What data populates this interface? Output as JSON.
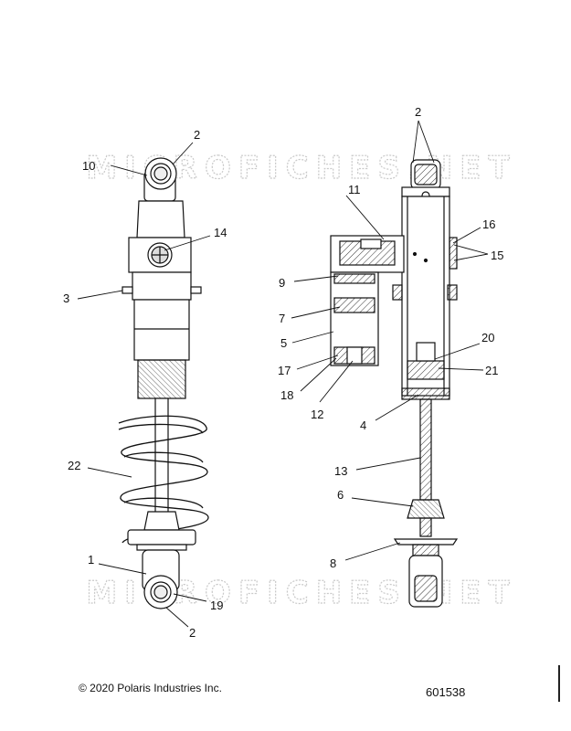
{
  "watermark": "MICROFICHES.NET",
  "callouts": {
    "c2_top_left": "2",
    "c10": "10",
    "c14": "14",
    "c3": "3",
    "c22": "22",
    "c1": "1",
    "c19": "19",
    "c2_bottom_left": "2",
    "c2_top_right": "2",
    "c11": "11",
    "c16": "16",
    "c15": "15",
    "c9": "9",
    "c7": "7",
    "c5": "5",
    "c17": "17",
    "c18": "18",
    "c12": "12",
    "c20": "20",
    "c21": "21",
    "c4": "4",
    "c13": "13",
    "c6": "6",
    "c8": "8"
  },
  "footer": {
    "copyright": "© 2020 Polaris Industries Inc.",
    "part_number": "601538"
  }
}
